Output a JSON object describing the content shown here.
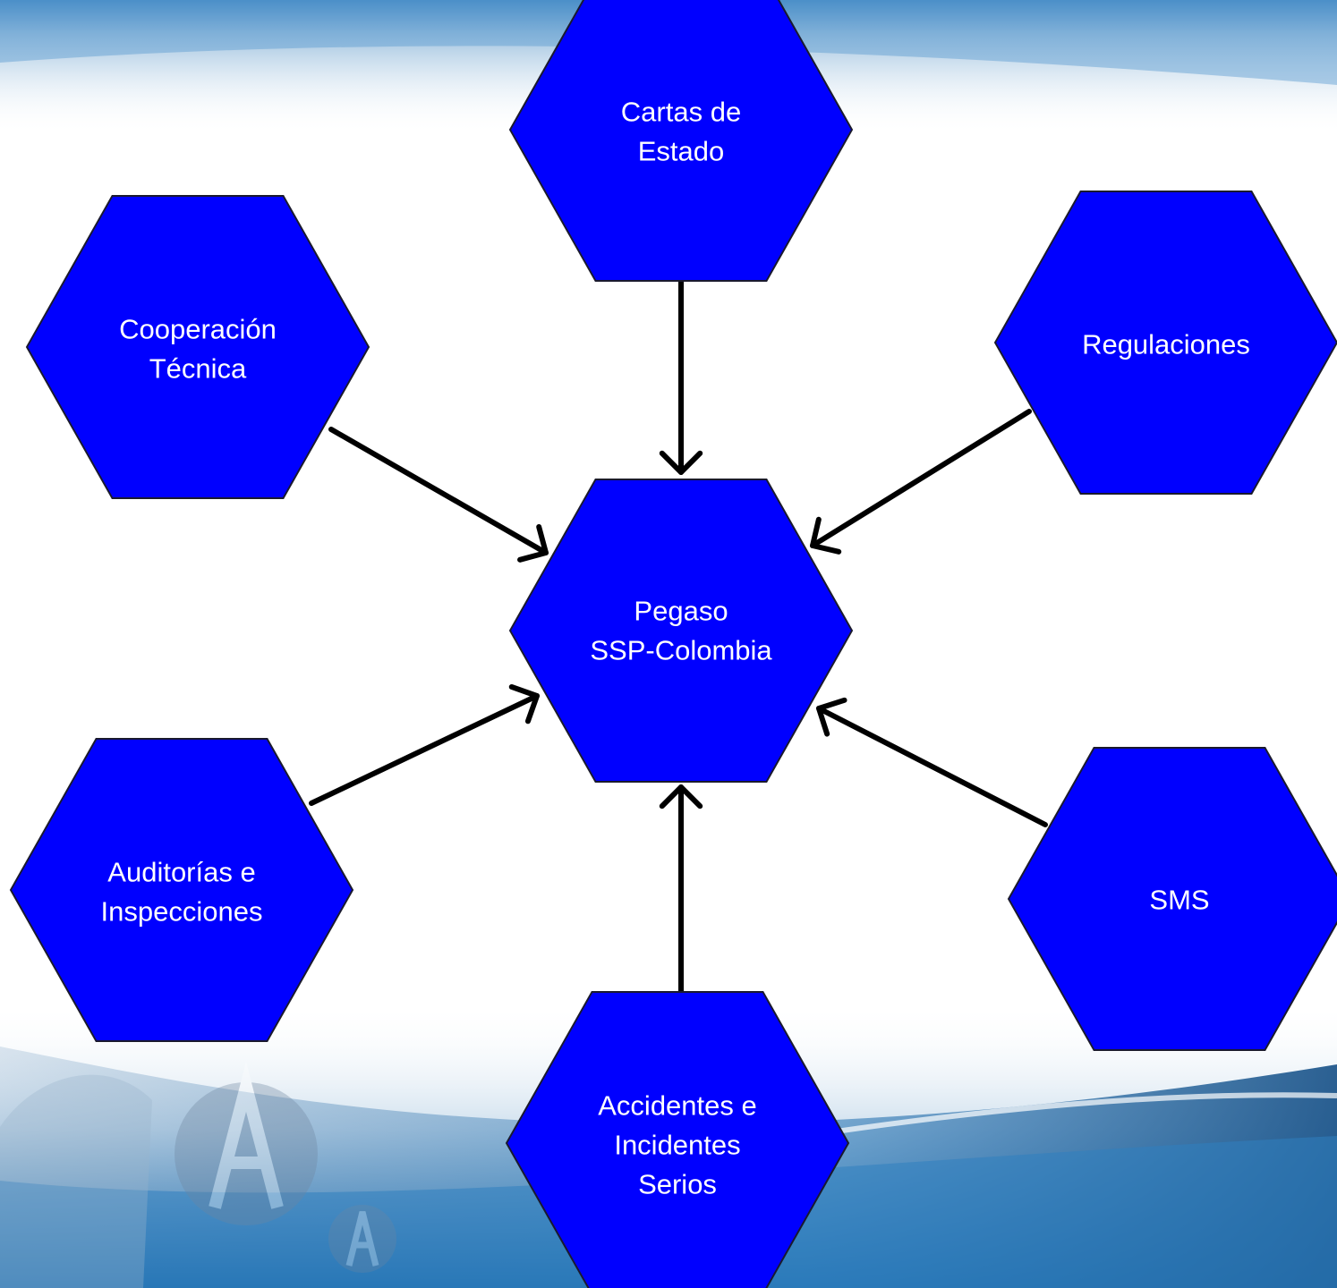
{
  "colors": {
    "hexagon_fill": "#0000ff",
    "hexagon_stroke": "#1a1a2e",
    "label_text": "#ffffff",
    "arrow": "#000000",
    "background_blue": "#1f6fb0",
    "background_light": "#dfe9f3"
  },
  "center": {
    "lines": [
      "Pegaso",
      "SSP-Colombia"
    ]
  },
  "nodes": [
    {
      "id": "cartas",
      "lines": [
        "Cartas de",
        "Estado"
      ]
    },
    {
      "id": "cooperacion",
      "lines": [
        "Cooperación",
        "Técnica"
      ]
    },
    {
      "id": "regulaciones",
      "lines": [
        "Regulaciones"
      ]
    },
    {
      "id": "auditorias",
      "lines": [
        "Auditorías e",
        "Inspecciones"
      ]
    },
    {
      "id": "sms",
      "lines": [
        "SMS"
      ]
    },
    {
      "id": "accidentes",
      "lines": [
        "Accidentes e",
        "Incidentes",
        "Serios"
      ]
    }
  ],
  "edges": [
    {
      "from": "cartas",
      "to": "center"
    },
    {
      "from": "cooperacion",
      "to": "center"
    },
    {
      "from": "regulaciones",
      "to": "center"
    },
    {
      "from": "auditorias",
      "to": "center"
    },
    {
      "from": "sms",
      "to": "center"
    },
    {
      "from": "accidentes",
      "to": "center"
    }
  ],
  "background_icons": [
    "aerocivil-logo-icon",
    "aerocivil-logo-icon"
  ]
}
